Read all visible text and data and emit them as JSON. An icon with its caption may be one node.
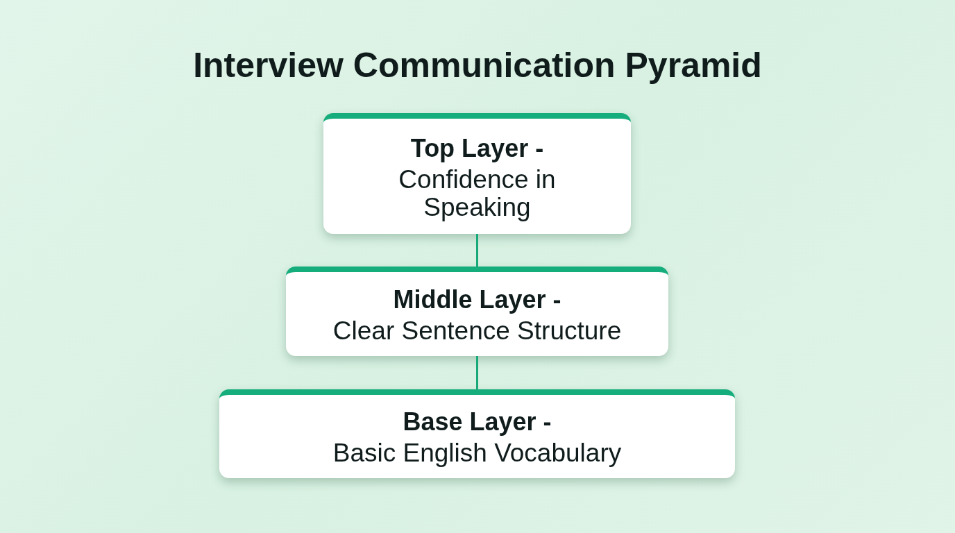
{
  "diagram": {
    "title": "Interview Communication Pyramid",
    "nodes": [
      {
        "text": [
          "Top Layer -",
          "Confidence in Speaking"
        ]
      },
      {
        "text": [
          "Middle Layer -",
          "Clear Sentence Structure"
        ]
      },
      {
        "text": [
          "Base Layer -",
          "Basic English Vocabulary"
        ]
      }
    ],
    "edges": [
      {
        "from": 0,
        "to": 1,
        "arrow": "none"
      },
      {
        "from": 1,
        "to": 2,
        "arrow": "none"
      }
    ]
  }
}
